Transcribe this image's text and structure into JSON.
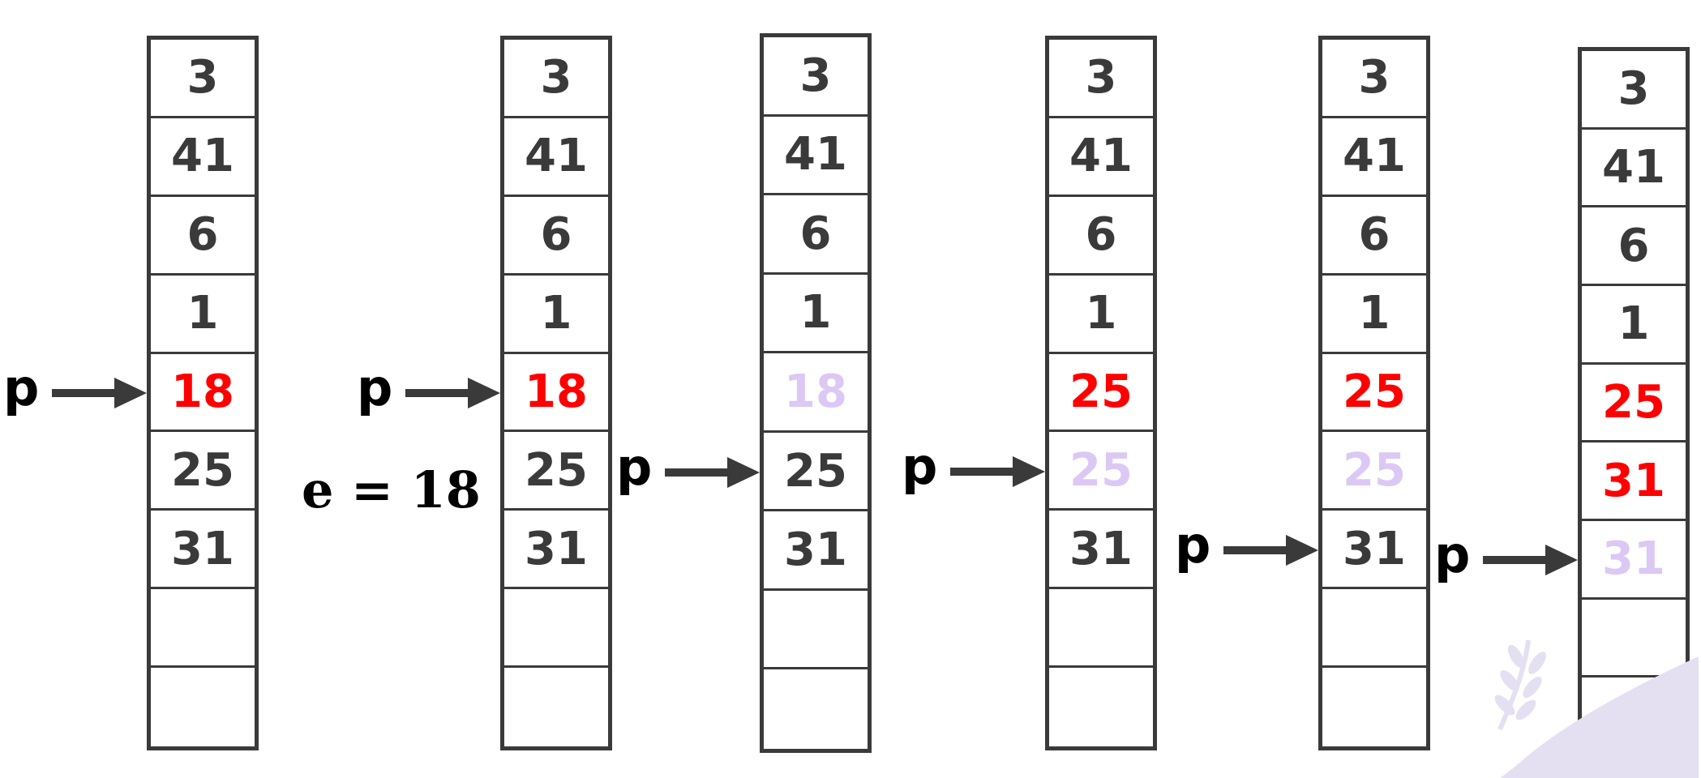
{
  "arrays": [
    {
      "cells": [
        {
          "v": "3",
          "s": "n"
        },
        {
          "v": "41",
          "s": "n"
        },
        {
          "v": "6",
          "s": "n"
        },
        {
          "v": "1",
          "s": "n"
        },
        {
          "v": "18",
          "s": "r"
        },
        {
          "v": "25",
          "s": "n"
        },
        {
          "v": "31",
          "s": "n"
        },
        {
          "v": "",
          "s": "n"
        },
        {
          "v": "",
          "s": "n"
        }
      ],
      "pointer_index": 4
    },
    {
      "cells": [
        {
          "v": "3",
          "s": "n"
        },
        {
          "v": "41",
          "s": "n"
        },
        {
          "v": "6",
          "s": "n"
        },
        {
          "v": "1",
          "s": "n"
        },
        {
          "v": "18",
          "s": "r"
        },
        {
          "v": "25",
          "s": "n"
        },
        {
          "v": "31",
          "s": "n"
        },
        {
          "v": "",
          "s": "n"
        },
        {
          "v": "",
          "s": "n"
        }
      ],
      "pointer_index": 4
    },
    {
      "cells": [
        {
          "v": "3",
          "s": "n"
        },
        {
          "v": "41",
          "s": "n"
        },
        {
          "v": "6",
          "s": "n"
        },
        {
          "v": "1",
          "s": "n"
        },
        {
          "v": "18",
          "s": "f"
        },
        {
          "v": "25",
          "s": "n"
        },
        {
          "v": "31",
          "s": "n"
        },
        {
          "v": "",
          "s": "n"
        },
        {
          "v": "",
          "s": "n"
        }
      ],
      "pointer_index": 5
    },
    {
      "cells": [
        {
          "v": "3",
          "s": "n"
        },
        {
          "v": "41",
          "s": "n"
        },
        {
          "v": "6",
          "s": "n"
        },
        {
          "v": "1",
          "s": "n"
        },
        {
          "v": "25",
          "s": "r"
        },
        {
          "v": "25",
          "s": "f"
        },
        {
          "v": "31",
          "s": "n"
        },
        {
          "v": "",
          "s": "n"
        },
        {
          "v": "",
          "s": "n"
        }
      ],
      "pointer_index": 5
    },
    {
      "cells": [
        {
          "v": "3",
          "s": "n"
        },
        {
          "v": "41",
          "s": "n"
        },
        {
          "v": "6",
          "s": "n"
        },
        {
          "v": "1",
          "s": "n"
        },
        {
          "v": "25",
          "s": "r"
        },
        {
          "v": "25",
          "s": "f"
        },
        {
          "v": "31",
          "s": "n"
        },
        {
          "v": "",
          "s": "n"
        },
        {
          "v": "",
          "s": "n"
        }
      ],
      "pointer_index": 6
    },
    {
      "cells": [
        {
          "v": "3",
          "s": "n"
        },
        {
          "v": "41",
          "s": "n"
        },
        {
          "v": "6",
          "s": "n"
        },
        {
          "v": "1",
          "s": "n"
        },
        {
          "v": "25",
          "s": "r"
        },
        {
          "v": "31",
          "s": "r"
        },
        {
          "v": "31",
          "s": "f"
        },
        {
          "v": "",
          "s": "n"
        },
        {
          "v": "",
          "s": "n"
        }
      ],
      "pointer_index": 6
    }
  ],
  "pointer_label": "p",
  "element_label": "e = 18",
  "colors": {
    "normal": "#3a3a3a",
    "highlight": "#ff0000",
    "faded": "#dcc8f4",
    "border": "#3a3a3a"
  },
  "watermark_icon": "laurel-branch-icon"
}
